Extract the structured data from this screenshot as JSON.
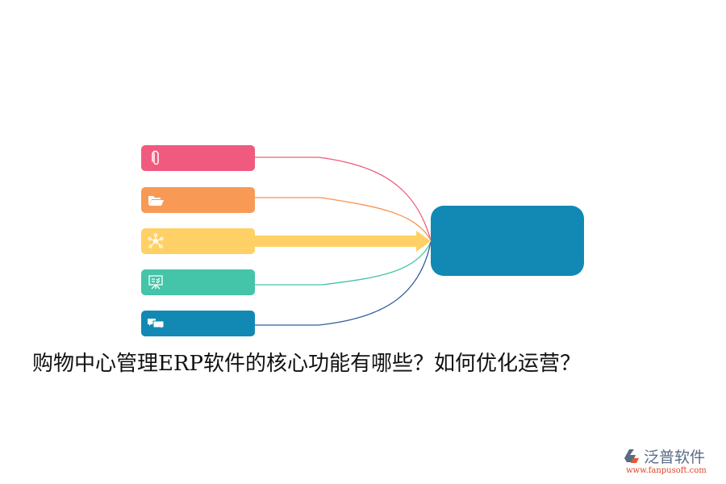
{
  "diagram": {
    "nodes": [
      {
        "id": "n1",
        "icon": "paperclip-icon",
        "color": "#f05a7e",
        "label": ""
      },
      {
        "id": "n2",
        "icon": "folder-open-icon",
        "color": "#f89a55",
        "label": ""
      },
      {
        "id": "n3",
        "icon": "network-icon",
        "color": "#ffd066",
        "label": ""
      },
      {
        "id": "n4",
        "icon": "presentation-board-icon",
        "color": "#44c4a9",
        "label": ""
      },
      {
        "id": "n5",
        "icon": "chat-bubbles-icon",
        "color": "#1289b4",
        "label": ""
      }
    ],
    "center": {
      "color": "#1289b4",
      "label": ""
    },
    "links": [
      {
        "from": "n1",
        "to": "center",
        "color": "#ee5a7c",
        "style": "curve"
      },
      {
        "from": "n2",
        "to": "center",
        "color": "#f6924f",
        "style": "curve"
      },
      {
        "from": "n3",
        "to": "center",
        "color": "#ffd066",
        "style": "thick-arrow"
      },
      {
        "from": "n4",
        "to": "center",
        "color": "#44c4a9",
        "style": "curve"
      },
      {
        "from": "n5",
        "to": "center",
        "color": "#2f5f9e",
        "style": "curve"
      }
    ]
  },
  "title": "购物中心管理ERP软件的核心功能有哪些？如何优化运营？",
  "brand": {
    "name": "泛普软件",
    "url": "www.fanpusoft.com"
  }
}
